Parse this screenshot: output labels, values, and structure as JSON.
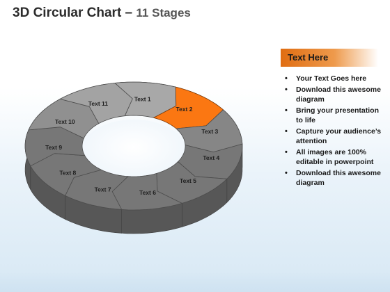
{
  "title": {
    "main": "3D Circular Chart",
    "dash": " – ",
    "sub": "11 Stages"
  },
  "diagram": {
    "highlight_color": "#e06a10",
    "base_color": "#8c8c8c",
    "segments": [
      {
        "label": "Text 1"
      },
      {
        "label": "Text 2",
        "highlighted": true
      },
      {
        "label": "Text 3"
      },
      {
        "label": "Text 4"
      },
      {
        "label": "Text 5"
      },
      {
        "label": "Text 6"
      },
      {
        "label": "Text 7"
      },
      {
        "label": "Text 8"
      },
      {
        "label": "Text 9"
      },
      {
        "label": "Text 10"
      },
      {
        "label": "Text 11"
      }
    ]
  },
  "panel": {
    "header": "Text Here",
    "bullets": [
      "Your Text Goes here",
      "Download this awesome diagram",
      "Bring your presentation to life",
      "Capture your audience’s attention",
      "All images are 100% editable in powerpoint",
      "Download this awesome diagram"
    ]
  }
}
